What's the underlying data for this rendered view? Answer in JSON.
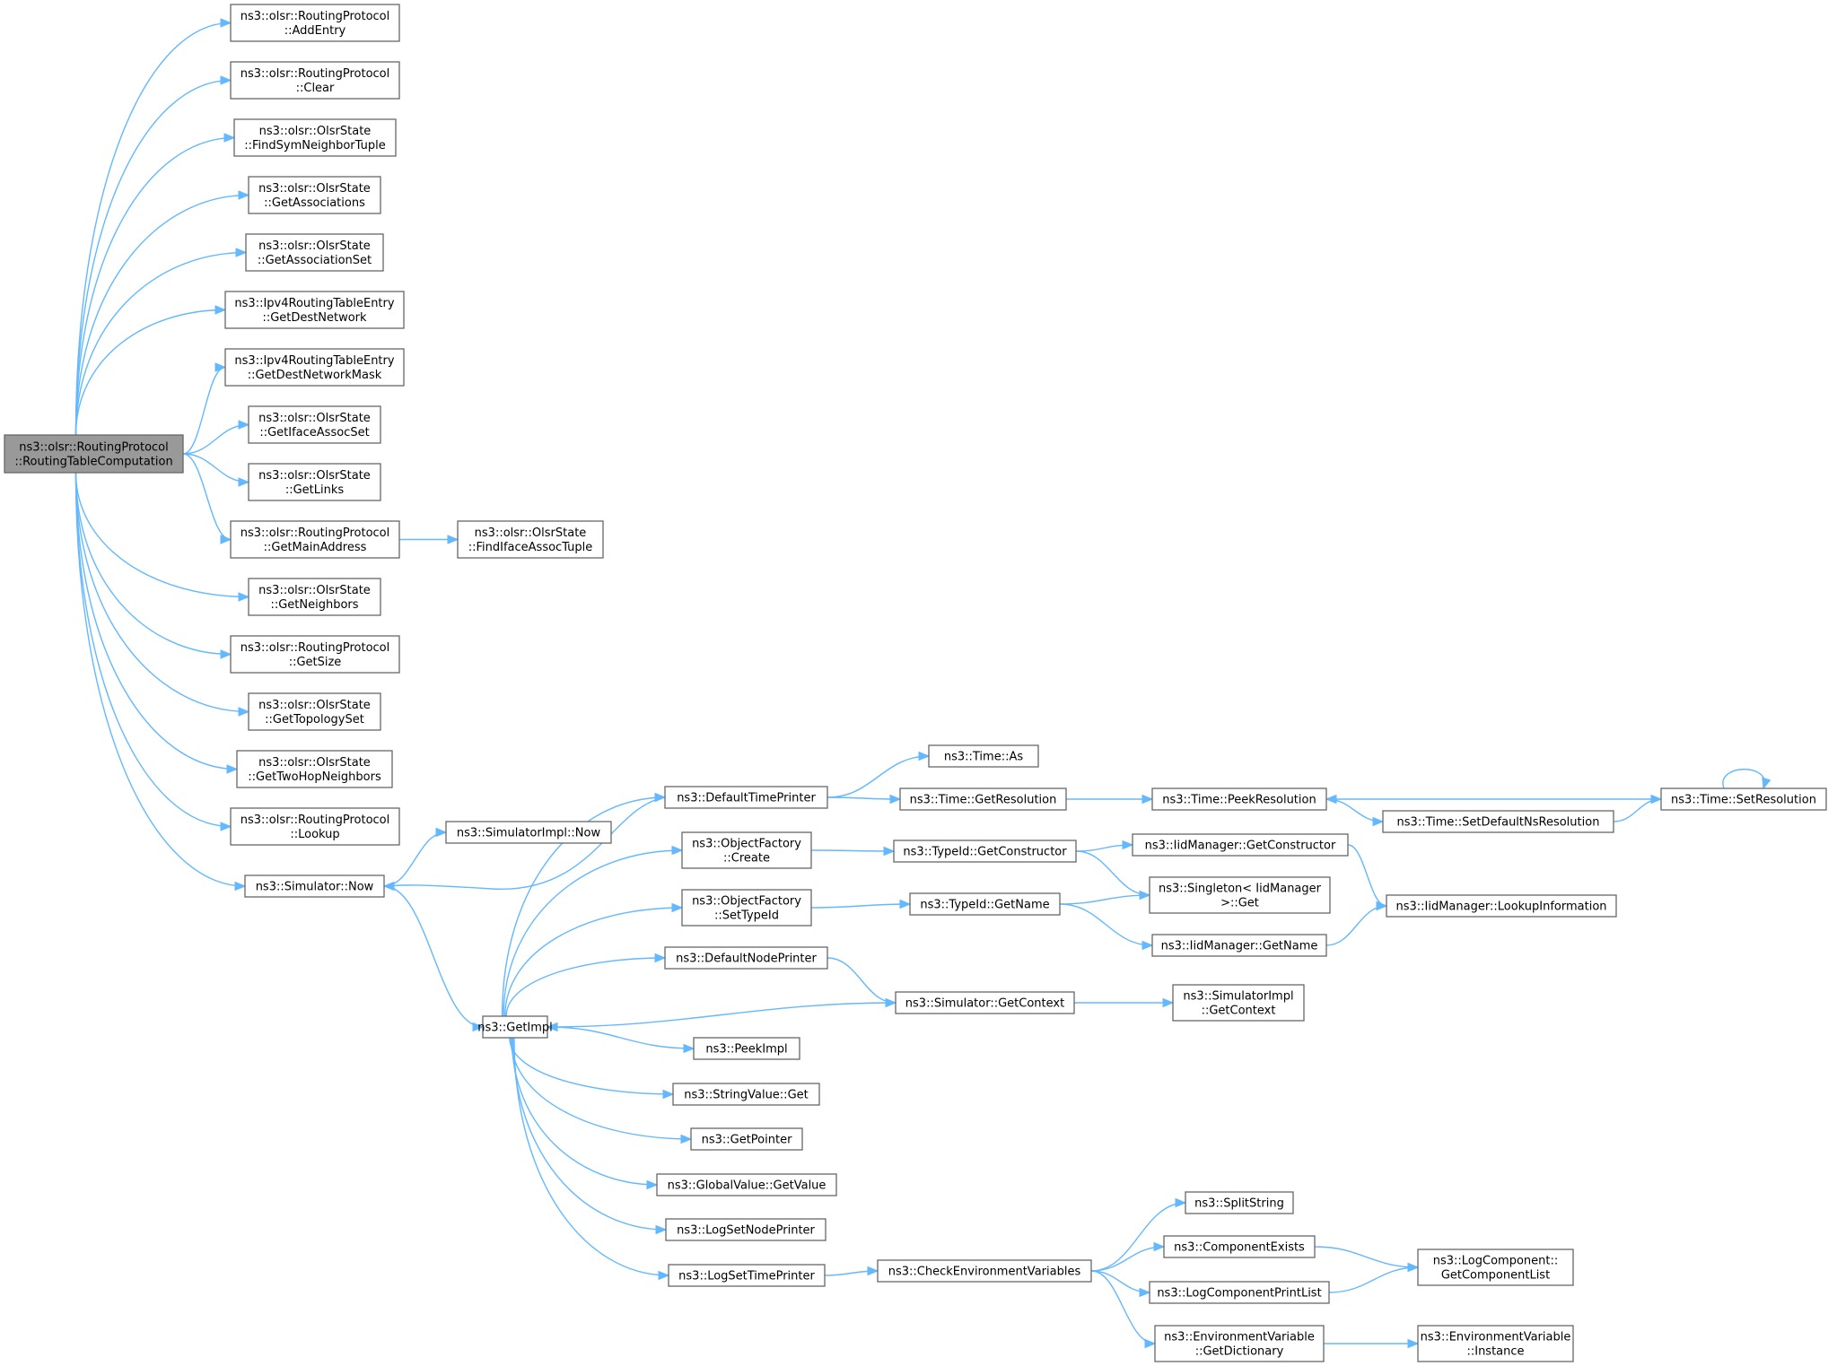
{
  "graph": {
    "kind": "call-graph",
    "colors": {
      "edge": "#63b8ff",
      "root_fill": "#999999",
      "node_fill": "#ffffff",
      "node_border": "#666666"
    },
    "nodes": [
      {
        "id": "root",
        "lines": [
          "ns3::olsr::RoutingProtocol",
          "::RoutingTableComputation"
        ],
        "root": true
      },
      {
        "id": "addentry",
        "lines": [
          "ns3::olsr::RoutingProtocol",
          "::AddEntry"
        ]
      },
      {
        "id": "clear",
        "lines": [
          "ns3::olsr::RoutingProtocol",
          "::Clear"
        ]
      },
      {
        "id": "findsym",
        "lines": [
          "ns3::olsr::OlsrState",
          "::FindSymNeighborTuple"
        ]
      },
      {
        "id": "getassoc",
        "lines": [
          "ns3::olsr::OlsrState",
          "::GetAssociations"
        ]
      },
      {
        "id": "getassocset",
        "lines": [
          "ns3::olsr::OlsrState",
          "::GetAssociationSet"
        ]
      },
      {
        "id": "getdestnet",
        "lines": [
          "ns3::Ipv4RoutingTableEntry",
          "::GetDestNetwork"
        ]
      },
      {
        "id": "getdestmask",
        "lines": [
          "ns3::Ipv4RoutingTableEntry",
          "::GetDestNetworkMask"
        ]
      },
      {
        "id": "getiface",
        "lines": [
          "ns3::olsr::OlsrState",
          "::GetIfaceAssocSet"
        ]
      },
      {
        "id": "getlinks",
        "lines": [
          "ns3::olsr::OlsrState",
          "::GetLinks"
        ]
      },
      {
        "id": "getmainaddr",
        "lines": [
          "ns3::olsr::RoutingProtocol",
          "::GetMainAddress"
        ]
      },
      {
        "id": "findiface",
        "lines": [
          "ns3::olsr::OlsrState",
          "::FindIfaceAssocTuple"
        ]
      },
      {
        "id": "getneighbors",
        "lines": [
          "ns3::olsr::OlsrState",
          "::GetNeighbors"
        ]
      },
      {
        "id": "getsize",
        "lines": [
          "ns3::olsr::RoutingProtocol",
          "::GetSize"
        ]
      },
      {
        "id": "gettopo",
        "lines": [
          "ns3::olsr::OlsrState",
          "::GetTopologySet"
        ]
      },
      {
        "id": "gettwohop",
        "lines": [
          "ns3::olsr::OlsrState",
          "::GetTwoHopNeighbors"
        ]
      },
      {
        "id": "lookup",
        "lines": [
          "ns3::olsr::RoutingProtocol",
          "::Lookup"
        ]
      },
      {
        "id": "simnow",
        "lines": [
          "ns3::Simulator::Now"
        ]
      },
      {
        "id": "simimplnow",
        "lines": [
          "ns3::SimulatorImpl::Now"
        ]
      },
      {
        "id": "getimpl",
        "lines": [
          "ns3::GetImpl"
        ]
      },
      {
        "id": "deftimeprinter",
        "lines": [
          "ns3::DefaultTimePrinter"
        ]
      },
      {
        "id": "ofcreate",
        "lines": [
          "ns3::ObjectFactory",
          "::Create"
        ]
      },
      {
        "id": "ofsettypeid",
        "lines": [
          "ns3::ObjectFactory",
          "::SetTypeId"
        ]
      },
      {
        "id": "defnodeprinter",
        "lines": [
          "ns3::DefaultNodePrinter"
        ]
      },
      {
        "id": "peekimpl",
        "lines": [
          "ns3::PeekImpl"
        ]
      },
      {
        "id": "strvalget",
        "lines": [
          "ns3::StringValue::Get"
        ]
      },
      {
        "id": "getpointer",
        "lines": [
          "ns3::GetPointer"
        ]
      },
      {
        "id": "gvgetvalue",
        "lines": [
          "ns3::GlobalValue::GetValue"
        ]
      },
      {
        "id": "logsetnode",
        "lines": [
          "ns3::LogSetNodePrinter"
        ]
      },
      {
        "id": "logsettime",
        "lines": [
          "ns3::LogSetTimePrinter"
        ]
      },
      {
        "id": "timeas",
        "lines": [
          "ns3::Time::As"
        ]
      },
      {
        "id": "timegetres",
        "lines": [
          "ns3::Time::GetResolution"
        ]
      },
      {
        "id": "typeidgetctor",
        "lines": [
          "ns3::TypeId::GetConstructor"
        ]
      },
      {
        "id": "typeidgetname",
        "lines": [
          "ns3::TypeId::GetName"
        ]
      },
      {
        "id": "simgetctx",
        "lines": [
          "ns3::Simulator::GetContext"
        ]
      },
      {
        "id": "checkenv",
        "lines": [
          "ns3::CheckEnvironmentVariables"
        ]
      },
      {
        "id": "timepeekres",
        "lines": [
          "ns3::Time::PeekResolution"
        ]
      },
      {
        "id": "iidgetctor",
        "lines": [
          "ns3::IidManager::GetConstructor"
        ]
      },
      {
        "id": "singletonget",
        "lines": [
          "ns3::Singleton< IidManager",
          ">::Get"
        ]
      },
      {
        "id": "iidgetname",
        "lines": [
          "ns3::IidManager::GetName"
        ]
      },
      {
        "id": "simimplgetctx",
        "lines": [
          "ns3::SimulatorImpl",
          "::GetContext"
        ]
      },
      {
        "id": "splitstring",
        "lines": [
          "ns3::SplitString"
        ]
      },
      {
        "id": "compexists",
        "lines": [
          "ns3::ComponentExists"
        ]
      },
      {
        "id": "logcompprint",
        "lines": [
          "ns3::LogComponentPrintList"
        ]
      },
      {
        "id": "envgetdict",
        "lines": [
          "ns3::EnvironmentVariable",
          "::GetDictionary"
        ]
      },
      {
        "id": "timesetdefns",
        "lines": [
          "ns3::Time::SetDefaultNsResolution"
        ]
      },
      {
        "id": "iidlookup",
        "lines": [
          "ns3::IidManager::LookupInformation"
        ]
      },
      {
        "id": "logcompgetlist",
        "lines": [
          "ns3::LogComponent::",
          "GetComponentList"
        ]
      },
      {
        "id": "envinstance",
        "lines": [
          "ns3::EnvironmentVariable",
          "::Instance"
        ]
      },
      {
        "id": "timesetres",
        "lines": [
          "ns3::Time::SetResolution"
        ]
      }
    ],
    "edges": [
      [
        "root",
        "addentry"
      ],
      [
        "root",
        "clear"
      ],
      [
        "root",
        "findsym"
      ],
      [
        "root",
        "getassoc"
      ],
      [
        "root",
        "getassocset"
      ],
      [
        "root",
        "getdestnet"
      ],
      [
        "root",
        "getdestmask"
      ],
      [
        "root",
        "getiface"
      ],
      [
        "root",
        "getlinks"
      ],
      [
        "root",
        "getmainaddr"
      ],
      [
        "root",
        "getneighbors"
      ],
      [
        "root",
        "getsize"
      ],
      [
        "root",
        "gettopo"
      ],
      [
        "root",
        "gettwohop"
      ],
      [
        "root",
        "lookup"
      ],
      [
        "root",
        "simnow"
      ],
      [
        "getmainaddr",
        "findiface"
      ],
      [
        "simnow",
        "simimplnow"
      ],
      [
        "simnow",
        "getimpl"
      ],
      [
        "deftimeprinter",
        "simnow"
      ],
      [
        "getimpl",
        "deftimeprinter"
      ],
      [
        "getimpl",
        "ofcreate"
      ],
      [
        "getimpl",
        "ofsettypeid"
      ],
      [
        "getimpl",
        "defnodeprinter"
      ],
      [
        "getimpl",
        "peekimpl"
      ],
      [
        "getimpl",
        "strvalget"
      ],
      [
        "getimpl",
        "getpointer"
      ],
      [
        "getimpl",
        "gvgetvalue"
      ],
      [
        "getimpl",
        "logsetnode"
      ],
      [
        "getimpl",
        "logsettime"
      ],
      [
        "simgetctx",
        "getimpl"
      ],
      [
        "deftimeprinter",
        "timeas"
      ],
      [
        "deftimeprinter",
        "timegetres"
      ],
      [
        "timegetres",
        "timepeekres"
      ],
      [
        "timepeekres",
        "timesetdefns"
      ],
      [
        "timesetdefns",
        "timesetres"
      ],
      [
        "timesetres",
        "timepeekres"
      ],
      [
        "timesetres",
        "timesetres"
      ],
      [
        "ofcreate",
        "typeidgetctor"
      ],
      [
        "typeidgetctor",
        "iidgetctor"
      ],
      [
        "typeidgetctor",
        "singletonget"
      ],
      [
        "iidgetctor",
        "iidlookup"
      ],
      [
        "ofsettypeid",
        "typeidgetname"
      ],
      [
        "typeidgetname",
        "singletonget"
      ],
      [
        "typeidgetname",
        "iidgetname"
      ],
      [
        "iidgetname",
        "iidlookup"
      ],
      [
        "defnodeprinter",
        "simgetctx"
      ],
      [
        "simgetctx",
        "simimplgetctx"
      ],
      [
        "logsettime",
        "checkenv"
      ],
      [
        "checkenv",
        "splitstring"
      ],
      [
        "checkenv",
        "compexists"
      ],
      [
        "checkenv",
        "logcompprint"
      ],
      [
        "checkenv",
        "envgetdict"
      ],
      [
        "compexists",
        "logcompgetlist"
      ],
      [
        "logcompprint",
        "logcompgetlist"
      ],
      [
        "envgetdict",
        "envinstance"
      ]
    ]
  }
}
